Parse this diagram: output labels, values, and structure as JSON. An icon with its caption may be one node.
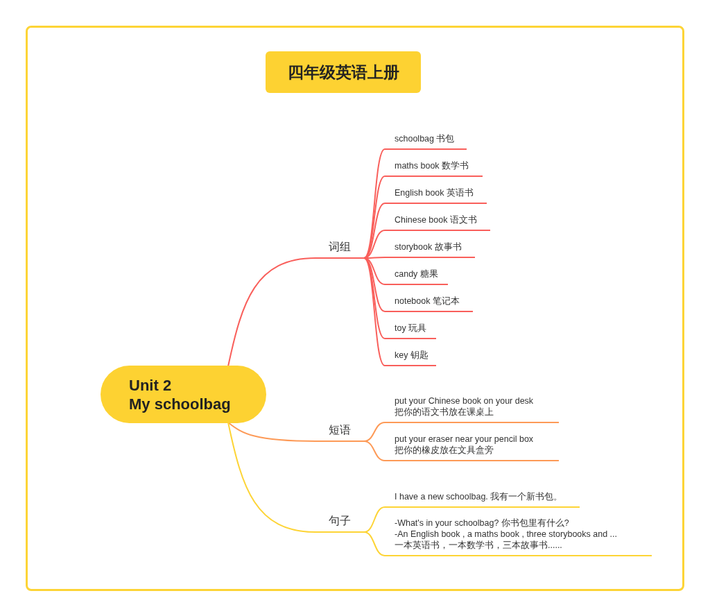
{
  "diagram": {
    "title": "四年级英语上册",
    "nodes": [
      {
        "text": [
          "Unit 2",
          "My schoolbag"
        ]
      },
      {
        "text": [
          "词组"
        ]
      },
      {
        "text": [
          "schoolbag 书包"
        ]
      },
      {
        "text": [
          "maths book 数学书"
        ]
      },
      {
        "text": [
          "English book 英语书"
        ]
      },
      {
        "text": [
          "Chinese book 语文书"
        ]
      },
      {
        "text": [
          "storybook 故事书"
        ]
      },
      {
        "text": [
          "candy 糖果"
        ]
      },
      {
        "text": [
          "notebook 笔记本"
        ]
      },
      {
        "text": [
          "toy 玩具"
        ]
      },
      {
        "text": [
          "key 钥匙"
        ]
      },
      {
        "text": [
          "短语"
        ]
      },
      {
        "text": [
          "put your Chinese book on your desk",
          "把你的语文书放在课桌上"
        ]
      },
      {
        "text": [
          "put your eraser near your pencil box",
          "把你的橡皮放在文具盒旁"
        ]
      },
      {
        "text": [
          "句子"
        ]
      },
      {
        "text": [
          "I have a new schoolbag. 我有一个新书包。"
        ]
      },
      {
        "text": [
          "-What's in your schoolbag? 你书包里有什么?",
          "-An English book , a maths book , three storybooks and ...",
          "一本英语书，一本数学书，三本故事书......"
        ]
      }
    ],
    "edges": [
      {
        "from": 0,
        "to": 1,
        "arrow": "none"
      },
      {
        "from": 1,
        "to": 2,
        "arrow": "none"
      },
      {
        "from": 1,
        "to": 3,
        "arrow": "none"
      },
      {
        "from": 1,
        "to": 4,
        "arrow": "none"
      },
      {
        "from": 1,
        "to": 5,
        "arrow": "none"
      },
      {
        "from": 1,
        "to": 6,
        "arrow": "none"
      },
      {
        "from": 1,
        "to": 7,
        "arrow": "none"
      },
      {
        "from": 1,
        "to": 8,
        "arrow": "none"
      },
      {
        "from": 1,
        "to": 9,
        "arrow": "none"
      },
      {
        "from": 1,
        "to": 10,
        "arrow": "none"
      },
      {
        "from": 0,
        "to": 11,
        "arrow": "none",
        "color": "#fd9a57"
      },
      {
        "from": 11,
        "to": 12,
        "arrow": "none",
        "color": "#fd9a57"
      },
      {
        "from": 11,
        "to": 13,
        "arrow": "none",
        "color": "#fd9a57"
      },
      {
        "from": 0,
        "to": 14,
        "arrow": "none",
        "color": "#fdd436"
      },
      {
        "from": 14,
        "to": 15,
        "arrow": "none",
        "color": "#fdd436"
      },
      {
        "from": 14,
        "to": 16,
        "arrow": "none",
        "color": "#fdd436"
      }
    ]
  }
}
